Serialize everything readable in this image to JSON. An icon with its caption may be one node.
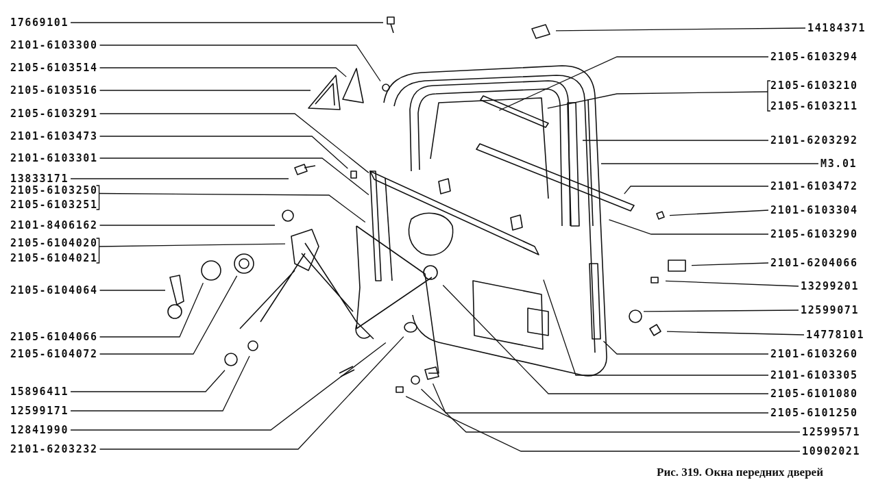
{
  "diagram": {
    "caption": "Рис. 319. Окна передних дверей",
    "nodes": [
      {
        "text": [
          "17669101"
        ]
      },
      {
        "text": [
          "2101-6103300"
        ]
      },
      {
        "text": [
          "2105-6103514"
        ]
      },
      {
        "text": [
          "2105-6103516"
        ]
      },
      {
        "text": [
          "2105-6103291"
        ]
      },
      {
        "text": [
          "2101-6103473"
        ]
      },
      {
        "text": [
          "2101-6103301"
        ]
      },
      {
        "text": [
          "13833171"
        ]
      },
      {
        "text": [
          "2105-6103250"
        ]
      },
      {
        "text": [
          "2105-6103251"
        ]
      },
      {
        "text": [
          "2101-8406162"
        ]
      },
      {
        "text": [
          "2105-6104020"
        ]
      },
      {
        "text": [
          "2105-6104021"
        ]
      },
      {
        "text": [
          "2105-6104064"
        ]
      },
      {
        "text": [
          "2105-6104066"
        ]
      },
      {
        "text": [
          "2105-6104072"
        ]
      },
      {
        "text": [
          "15896411"
        ]
      },
      {
        "text": [
          "12599171"
        ]
      },
      {
        "text": [
          "12841990"
        ]
      },
      {
        "text": [
          "2101-6203232"
        ]
      },
      {
        "text": [
          "14184371"
        ]
      },
      {
        "text": [
          "2105-6103294"
        ]
      },
      {
        "text": [
          "2105-6103210"
        ]
      },
      {
        "text": [
          "2105-6103211"
        ]
      },
      {
        "text": [
          "2101-6203292"
        ]
      },
      {
        "text": [
          "M3.01"
        ]
      },
      {
        "text": [
          "2101-6103472"
        ]
      },
      {
        "text": [
          "2101-6103304"
        ]
      },
      {
        "text": [
          "2105-6103290"
        ]
      },
      {
        "text": [
          "2101-6204066"
        ]
      },
      {
        "text": [
          "13299201"
        ]
      },
      {
        "text": [
          "12599071"
        ]
      },
      {
        "text": [
          "14778101"
        ]
      },
      {
        "text": [
          "2101-6103260"
        ]
      },
      {
        "text": [
          "2101-6103305"
        ]
      },
      {
        "text": [
          "2105-6101080"
        ]
      },
      {
        "text": [
          "2105-6101250"
        ]
      },
      {
        "text": [
          "12599571"
        ]
      },
      {
        "text": [
          "10902021"
        ]
      }
    ],
    "edges": [
      {
        "from": 0,
        "to": null,
        "arrow": "none"
      },
      {
        "from": 1,
        "to": null,
        "arrow": "none"
      },
      {
        "from": 2,
        "to": null,
        "arrow": "none"
      },
      {
        "from": 3,
        "to": null,
        "arrow": "none"
      },
      {
        "from": 4,
        "to": null,
        "arrow": "none"
      },
      {
        "from": 5,
        "to": null,
        "arrow": "none"
      },
      {
        "from": 6,
        "to": null,
        "arrow": "none"
      },
      {
        "from": 7,
        "to": null,
        "arrow": "none"
      },
      {
        "from": 8,
        "to": null,
        "arrow": "none"
      },
      {
        "from": 9,
        "to": null,
        "arrow": "none"
      },
      {
        "from": 10,
        "to": null,
        "arrow": "none"
      },
      {
        "from": 11,
        "to": null,
        "arrow": "none"
      },
      {
        "from": 12,
        "to": null,
        "arrow": "none"
      },
      {
        "from": 13,
        "to": null,
        "arrow": "none"
      },
      {
        "from": 14,
        "to": null,
        "arrow": "none"
      },
      {
        "from": 15,
        "to": null,
        "arrow": "none"
      },
      {
        "from": 16,
        "to": null,
        "arrow": "none"
      },
      {
        "from": 17,
        "to": null,
        "arrow": "none"
      },
      {
        "from": 18,
        "to": null,
        "arrow": "none"
      },
      {
        "from": 19,
        "to": null,
        "arrow": "none"
      },
      {
        "from": 20,
        "to": null,
        "arrow": "none"
      },
      {
        "from": 21,
        "to": null,
        "arrow": "none"
      },
      {
        "from": 22,
        "to": null,
        "arrow": "none"
      },
      {
        "from": 23,
        "to": null,
        "arrow": "none"
      },
      {
        "from": 24,
        "to": null,
        "arrow": "none"
      },
      {
        "from": 25,
        "to": null,
        "arrow": "none"
      },
      {
        "from": 26,
        "to": null,
        "arrow": "none"
      },
      {
        "from": 27,
        "to": null,
        "arrow": "none"
      },
      {
        "from": 28,
        "to": null,
        "arrow": "none"
      },
      {
        "from": 29,
        "to": null,
        "arrow": "none"
      },
      {
        "from": 30,
        "to": null,
        "arrow": "none"
      },
      {
        "from": 31,
        "to": null,
        "arrow": "none"
      },
      {
        "from": 32,
        "to": null,
        "arrow": "none"
      },
      {
        "from": 33,
        "to": null,
        "arrow": "none"
      },
      {
        "from": 34,
        "to": null,
        "arrow": "none"
      },
      {
        "from": 35,
        "to": null,
        "arrow": "none"
      },
      {
        "from": 36,
        "to": null,
        "arrow": "none"
      },
      {
        "from": 37,
        "to": null,
        "arrow": "none"
      },
      {
        "from": 38,
        "to": null,
        "arrow": "none"
      }
    ]
  }
}
